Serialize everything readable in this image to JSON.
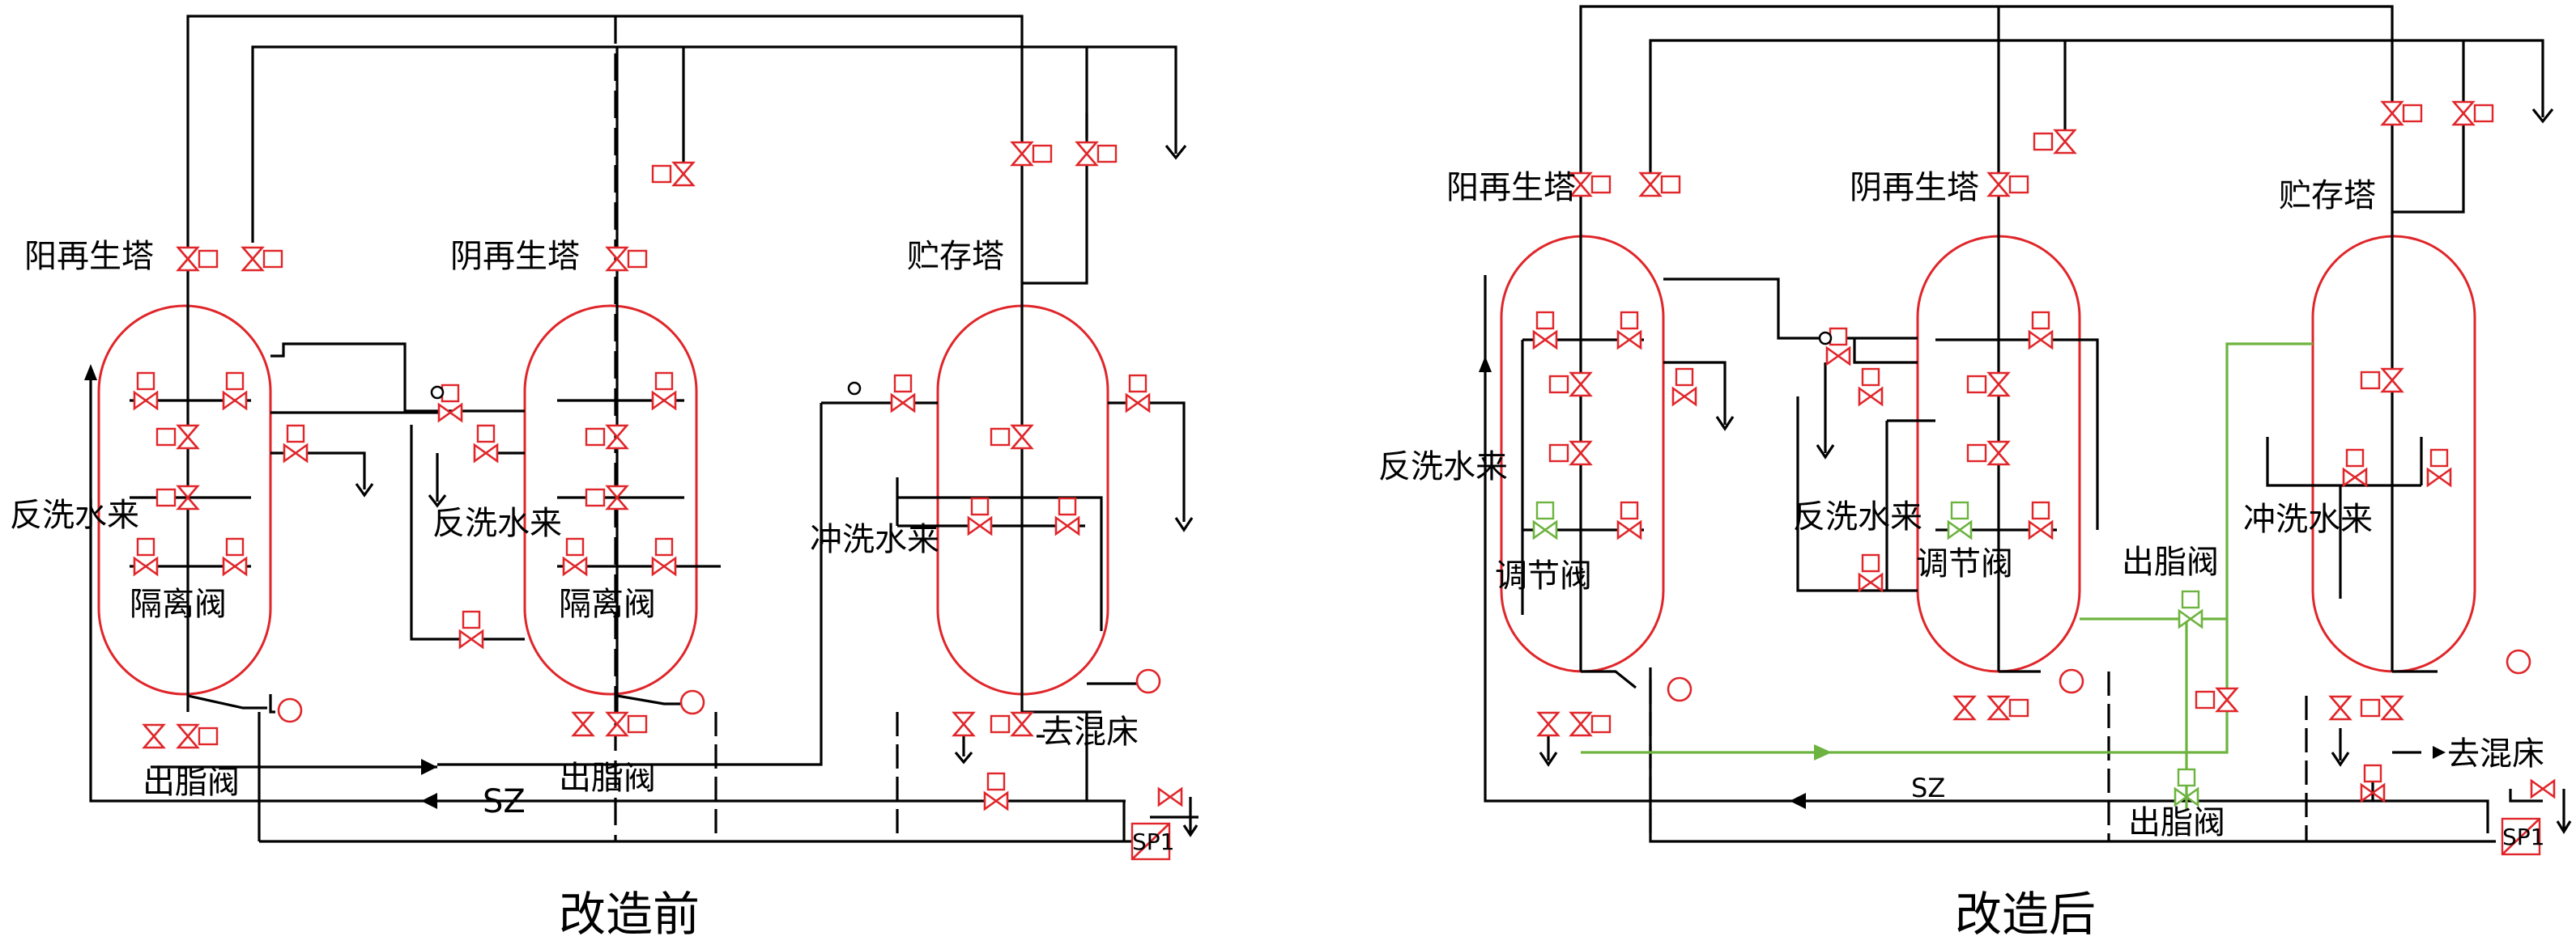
{
  "panels": {
    "before": {
      "caption": "改造前",
      "towers": {
        "cation": "阳再生塔",
        "anion": "阴再生塔",
        "storage": "贮存塔"
      },
      "inlets": {
        "backwash_1": "反洗水来",
        "backwash_2": "反洗水来",
        "flush": "冲洗水来"
      },
      "valves": {
        "isolation_1": "隔离阀",
        "isolation_2": "隔离阀",
        "resin_out_1": "出脂阀",
        "resin_out_2": "出脂阀"
      },
      "outlets": {
        "to_mixed_bed": "去混床"
      },
      "tags": {
        "sz": "SZ",
        "pump": "SP1"
      }
    },
    "after": {
      "caption": "改造后",
      "towers": {
        "cation": "阳再生塔",
        "anion": "阴再生塔",
        "storage": "贮存塔"
      },
      "inlets": {
        "backwash": "反洗水来",
        "flush": "冲洗水来"
      },
      "valves": {
        "regulating_1": "调节阀",
        "regulating_2": "调节阀",
        "resin_out_1": "出脂阀",
        "resin_out_2": "出脂阀"
      },
      "outlets": {
        "to_mixed_bed": "去混床"
      },
      "tags": {
        "sz": "SZ",
        "pump": "SP1"
      }
    }
  },
  "colors": {
    "pipe": "#000000",
    "vessel": "#e0262a",
    "modified": "#6db33f"
  },
  "icons": [
    "valve-icon",
    "actuator-icon",
    "vent-icon",
    "meter-icon",
    "pump-icon"
  ]
}
